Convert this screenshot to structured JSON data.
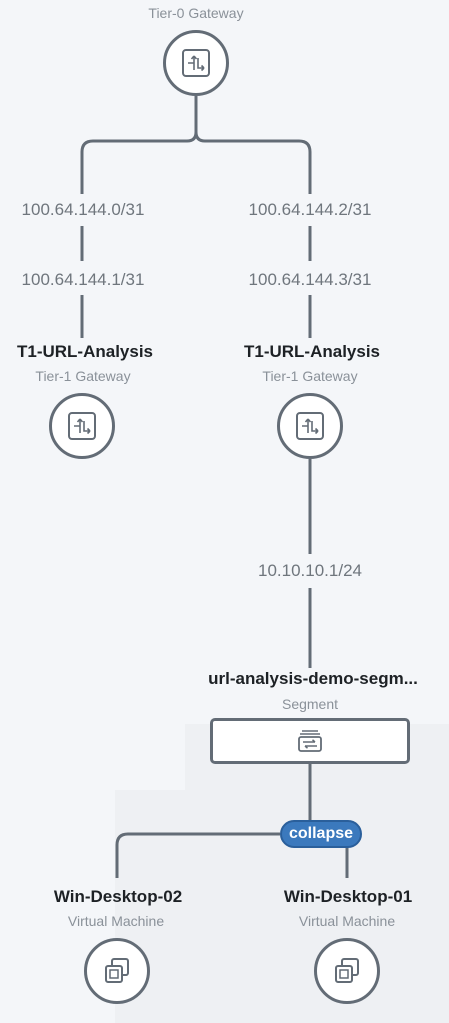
{
  "colors": {
    "background": "#f4f6f9",
    "line": "#636c76",
    "node_fill": "#ffffff",
    "accent": "#3b79bd"
  },
  "tier0": {
    "type_label": "Tier-0 Gateway",
    "icon": "gateway-router-icon"
  },
  "links": {
    "left_upper_ip": "100.64.144.0/31",
    "left_lower_ip": "100.64.144.1/31",
    "right_upper_ip": "100.64.144.2/31",
    "right_lower_ip": "100.64.144.3/31"
  },
  "tier1_left": {
    "name": "T1-URL-Analysis",
    "type_label": "Tier-1 Gateway",
    "icon": "gateway-router-icon"
  },
  "tier1_right": {
    "name": "T1-URL-Analysis",
    "type_label": "Tier-1 Gateway",
    "icon": "gateway-router-icon"
  },
  "segment_link": {
    "ip": "10.10.10.1/24"
  },
  "segment": {
    "name": "url-analysis-demo-segm...",
    "type_label": "Segment",
    "icon": "segment-switch-icon"
  },
  "collapse": {
    "label": "collapse"
  },
  "vm_left": {
    "name": "Win-Desktop-02",
    "type_label": "Virtual Machine",
    "icon": "virtual-machine-icon"
  },
  "vm_right": {
    "name": "Win-Desktop-01",
    "type_label": "Virtual Machine",
    "icon": "virtual-machine-icon"
  }
}
